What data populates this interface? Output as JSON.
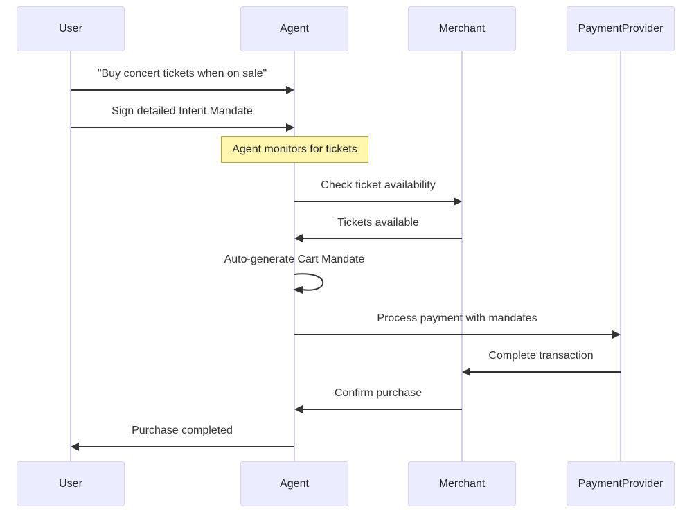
{
  "diagram_type": "sequence-diagram",
  "actors": [
    {
      "id": "user",
      "label": "User"
    },
    {
      "id": "agent",
      "label": "Agent"
    },
    {
      "id": "merchant",
      "label": "Merchant"
    },
    {
      "id": "paymentprovider",
      "label": "PaymentProvider"
    }
  ],
  "messages": [
    {
      "label": "\"Buy concert tickets when on sale\"",
      "from": "User",
      "to": "Agent",
      "style": "solid-arrow"
    },
    {
      "label": "Sign detailed Intent Mandate",
      "from": "User",
      "to": "Agent",
      "style": "solid-arrow"
    },
    {
      "label": "Check ticket availability",
      "from": "Agent",
      "to": "Merchant",
      "style": "solid-arrow"
    },
    {
      "label": "Tickets available",
      "from": "Merchant",
      "to": "Agent",
      "style": "solid-arrow"
    },
    {
      "label": "Auto-generate Cart Mandate",
      "from": "Agent",
      "to": "Agent",
      "style": "self-loop"
    },
    {
      "label": "Process payment with mandates",
      "from": "Agent",
      "to": "PaymentProvider",
      "style": "solid-arrow"
    },
    {
      "label": "Complete transaction",
      "from": "PaymentProvider",
      "to": "Merchant",
      "style": "solid-arrow"
    },
    {
      "label": "Confirm purchase",
      "from": "Merchant",
      "to": "Agent",
      "style": "solid-arrow"
    },
    {
      "label": "Purchase completed",
      "from": "Agent",
      "to": "User",
      "style": "solid-arrow"
    }
  ],
  "notes": [
    {
      "label": "Agent monitors for tickets",
      "over": "Agent"
    }
  ],
  "colors": {
    "background": "#ffffff",
    "actor_fill": "#ececff",
    "actor_border": "#dacef2",
    "lifeline": "#d8cdf0",
    "note_fill": "#fff5ad",
    "note_border": "#aaaa33",
    "arrow": "#333333",
    "text": "#333333"
  }
}
